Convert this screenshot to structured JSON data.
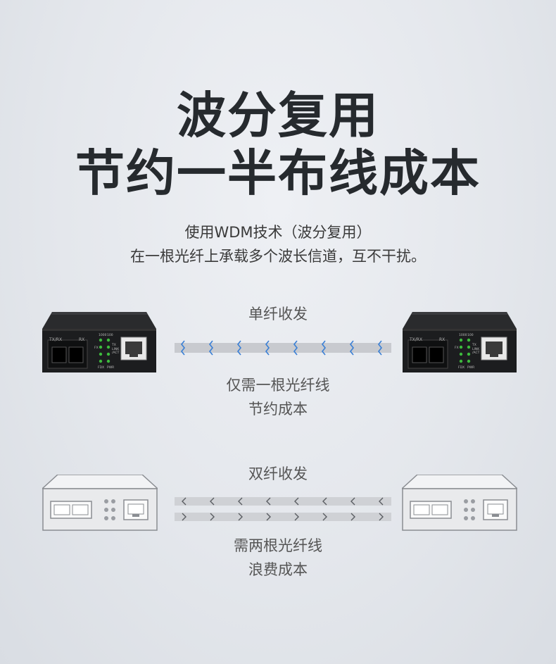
{
  "headline": {
    "line1": "波分复用",
    "line2": "节约一半布线成本"
  },
  "subtitle": {
    "line1": "使用WDM技术（波分复用）",
    "line2": "在一根光纤上承载多个波长信道，互不干扰。"
  },
  "single_fiber": {
    "heading": "单纤收发",
    "caption_line1": "仅需一根光纤线",
    "caption_line2": "节约成本",
    "device_labels": {
      "port": "TX/RX",
      "rx": "RX",
      "led_1000": "1000",
      "led_100": "100",
      "led_fx": "FX",
      "led_tx": "TX",
      "led_link": "LINK",
      "led_act": "/ACT",
      "led_fdx": "FDX",
      "led_pwr": "PWR"
    }
  },
  "dual_fiber": {
    "heading": "双纤收发",
    "caption_line1": "需两根光纤线",
    "caption_line2": "浪费成本"
  },
  "colors": {
    "accent_blue": "#3a7fd5",
    "device_dark": "#1c1d1f",
    "device_light": "#e9eaec",
    "led_green": "#3dbb3d"
  }
}
